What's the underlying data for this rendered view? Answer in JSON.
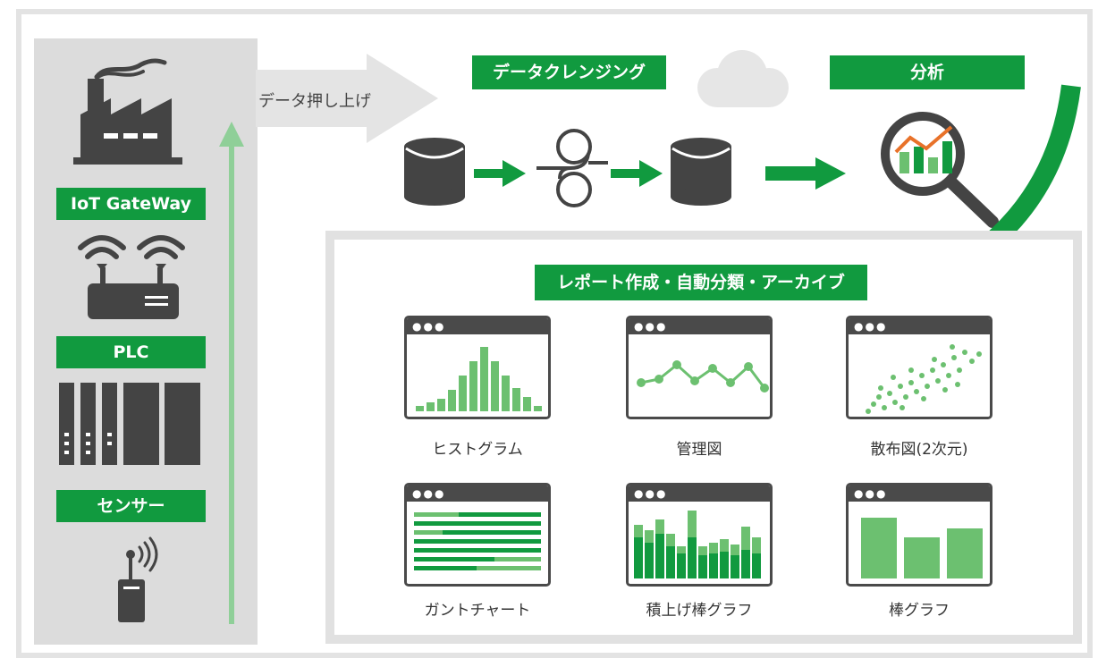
{
  "left_panel": {
    "gateway_label": "IoT GateWay",
    "plc_label": "PLC",
    "sensor_label": "センサー"
  },
  "flow": {
    "push_label": "データ押し上げ",
    "cleansing_label": "データクレンジング",
    "analysis_label": "分析"
  },
  "report": {
    "title": "レポート作成・自動分類・アーカイブ",
    "charts": [
      {
        "label": "ヒストグラム"
      },
      {
        "label": "管理図"
      },
      {
        "label": "散布図(2次元)"
      },
      {
        "label": "ガントチャート"
      },
      {
        "label": "積上げ棒グラフ"
      },
      {
        "label": "棒グラフ"
      }
    ]
  },
  "colors": {
    "green": "#119a3f",
    "light_green": "#6cc070",
    "dark_icon": "#444444",
    "panel_gray": "#dcdcdc",
    "arrow_green_light": "#8fcf98",
    "analysis_orange": "#e8722a"
  }
}
